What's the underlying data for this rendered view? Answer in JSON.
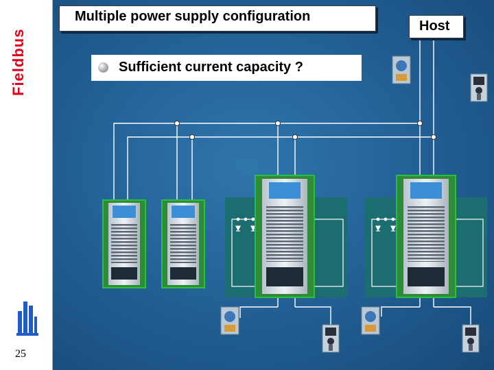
{
  "sidebar": {
    "brand": "Fieldbus",
    "page_number": "25",
    "brand_color": "#e0001a"
  },
  "slide": {
    "title": "Multiple power supply configuration",
    "host_label": "Host",
    "bullet": "Sufficient current capacity ?"
  },
  "colors": {
    "background": "#215d92",
    "wire": "#ffffff",
    "unit_border": "#27c23a",
    "conditioner_panel": "#1b6d70"
  },
  "icons": [
    "fieldbus-logo-icon",
    "power-supply-unit-icon",
    "transmitter-device-icon",
    "valve-positioner-device-icon",
    "diode-icon"
  ]
}
